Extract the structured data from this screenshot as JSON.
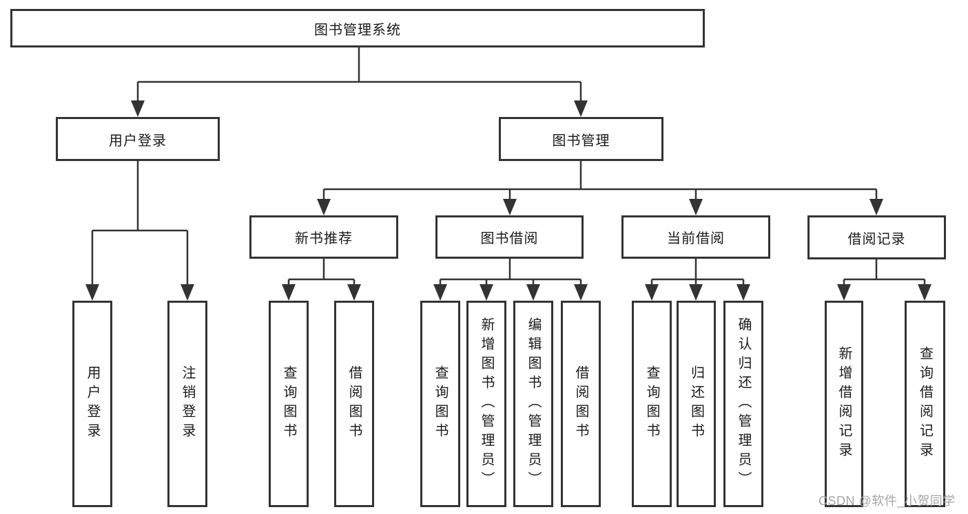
{
  "tree": {
    "root": {
      "label": "图书管理系统"
    },
    "branches": [
      {
        "label": "用户登录",
        "children": [
          {
            "label": "用户登录"
          },
          {
            "label": "注销登录"
          }
        ]
      },
      {
        "label": "图书管理",
        "children": [
          {
            "label": "新书推荐",
            "children": [
              {
                "label": "查询图书"
              },
              {
                "label": "借阅图书"
              }
            ]
          },
          {
            "label": "图书借阅",
            "children": [
              {
                "label": "查询图书"
              },
              {
                "label": "新增图书（管理员）"
              },
              {
                "label": "编辑图书（管理员）"
              },
              {
                "label": "借阅图书"
              }
            ]
          },
          {
            "label": "当前借阅",
            "children": [
              {
                "label": "查询图书"
              },
              {
                "label": "归还图书"
              },
              {
                "label": "确认归还（管理员）"
              }
            ]
          },
          {
            "label": "借阅记录",
            "children": [
              {
                "label": "新增借阅记录"
              },
              {
                "label": "查询借阅记录"
              }
            ]
          }
        ]
      }
    ]
  },
  "watermark": {
    "text": "CSDN @软件_小贺同学"
  },
  "colors": {
    "line": "#333333",
    "box_border": "#333333",
    "text": "#1a1a1a",
    "background": "#ffffff",
    "watermark": "#a6a6a6"
  }
}
